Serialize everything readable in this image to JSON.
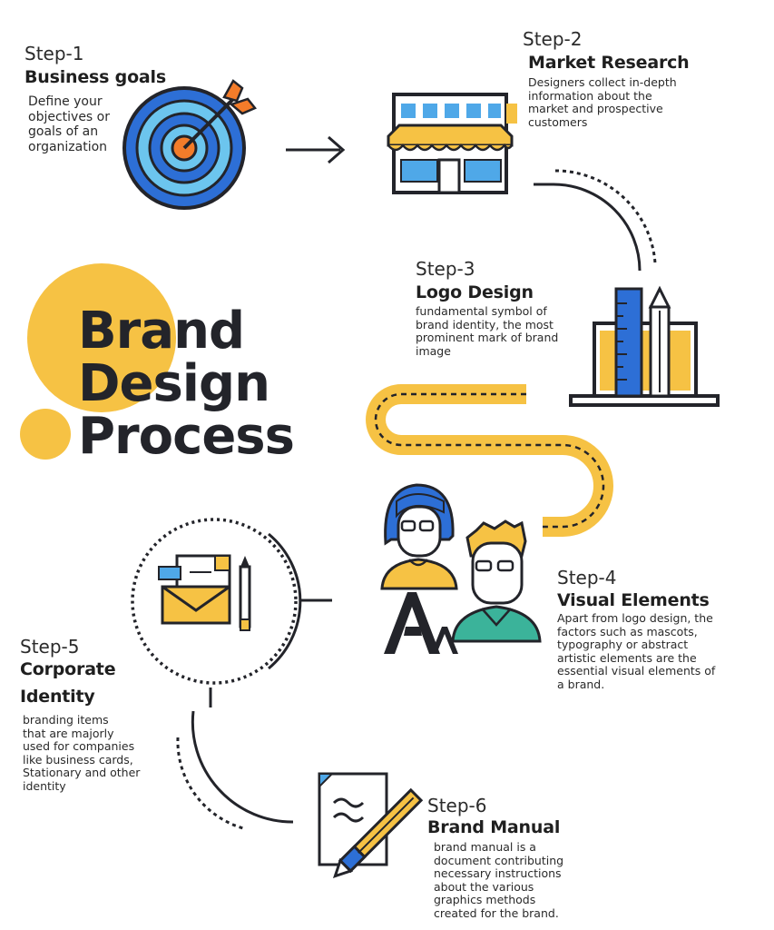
{
  "title": {
    "line1": "Brand",
    "line2": "Design",
    "line3": "Process"
  },
  "colors": {
    "accent_yellow": "#F6C244",
    "dark": "#23242A",
    "blue": "#2D6FD6",
    "light_blue": "#6CC5EE",
    "green": "#3BB39A",
    "orange": "#F37C2A"
  },
  "steps": [
    {
      "label": "Step-1",
      "title": "Business goals",
      "description": "Define your\nobjectives or\ngoals of an\norganization",
      "icon": "target-icon"
    },
    {
      "label": "Step-2",
      "title": "Market Research",
      "description": "Designers collect in-depth\ninformation about the\nmarket and prospective\ncustomers",
      "icon": "storefront-icon"
    },
    {
      "label": "Step-3",
      "title": "Logo Design",
      "description": "fundamental symbol of\nbrand identity, the most\nprominent mark of brand\nimage",
      "icon": "design-tools-icon"
    },
    {
      "label": "Step-4",
      "title": "Visual Elements",
      "description": "Apart from logo design, the\nfactors such as mascots,\ntypography or abstract\nartistic elements are the\nessential visual elements of\na brand.",
      "icon": "people-typography-icon"
    },
    {
      "label": "Step-5",
      "title": "Corporate\nIdentity",
      "title_line1": "Corporate",
      "title_line2": "Identity",
      "description": "branding items\nthat are majorly\nused for companies\nlike business cards,\nStationary and other\nidentity",
      "icon": "stationery-icon"
    },
    {
      "label": "Step-6",
      "title": "Brand Manual",
      "description": "brand manual is a\ndocument contributing\nnecessary instructions\nabout the various\ngraphics methods\ncreated for the brand.",
      "icon": "document-pen-icon"
    }
  ]
}
